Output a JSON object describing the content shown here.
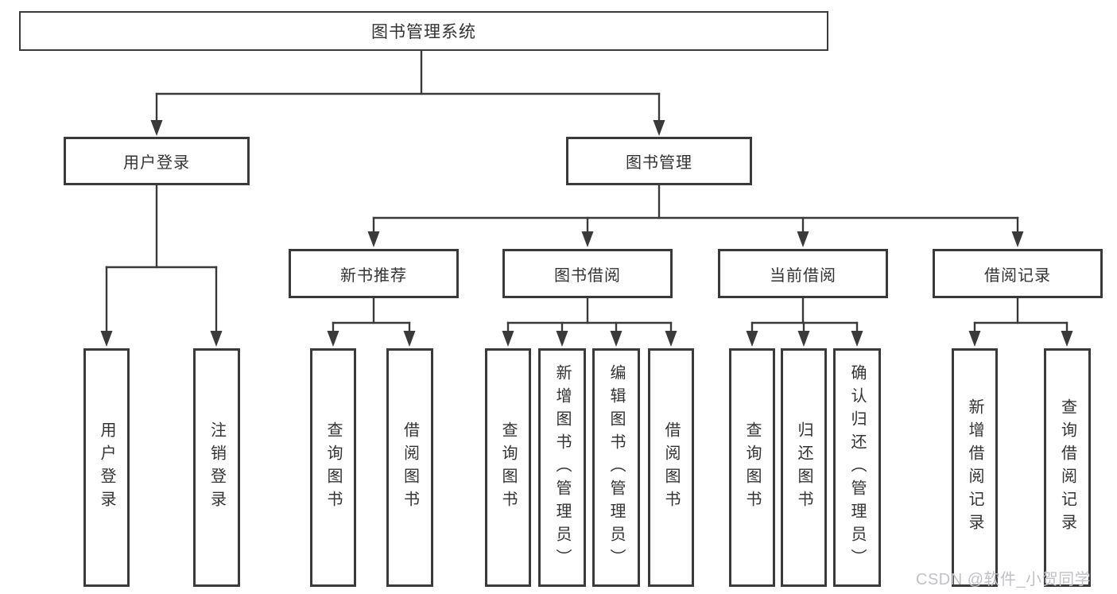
{
  "tree": {
    "root": "图书管理系统",
    "branches": [
      {
        "label": "用户登录",
        "children": [
          {
            "label": "用户登录"
          },
          {
            "label": "注销登录"
          }
        ]
      },
      {
        "label": "图书管理",
        "children": [
          {
            "label": "新书推荐",
            "children": [
              {
                "label": "查询图书"
              },
              {
                "label": "借阅图书"
              }
            ]
          },
          {
            "label": "图书借阅",
            "children": [
              {
                "label": "查询图书"
              },
              {
                "label": "新增图书（管理员）"
              },
              {
                "label": "编辑图书（管理员）"
              },
              {
                "label": "借阅图书"
              }
            ]
          },
          {
            "label": "当前借阅",
            "children": [
              {
                "label": "查询图书"
              },
              {
                "label": "归还图书"
              },
              {
                "label": "确认归还（管理员）"
              }
            ]
          },
          {
            "label": "借阅记录",
            "children": [
              {
                "label": "新增借阅记录"
              },
              {
                "label": "查询借阅记录"
              }
            ]
          }
        ]
      }
    ]
  },
  "watermark": "CSDN @软件_小贺同学",
  "colors": {
    "line": "#3a3a3a",
    "box_border": "#3a3a3a",
    "text": "#333333",
    "watermark": "#c2c2c6",
    "background": "#ffffff"
  }
}
